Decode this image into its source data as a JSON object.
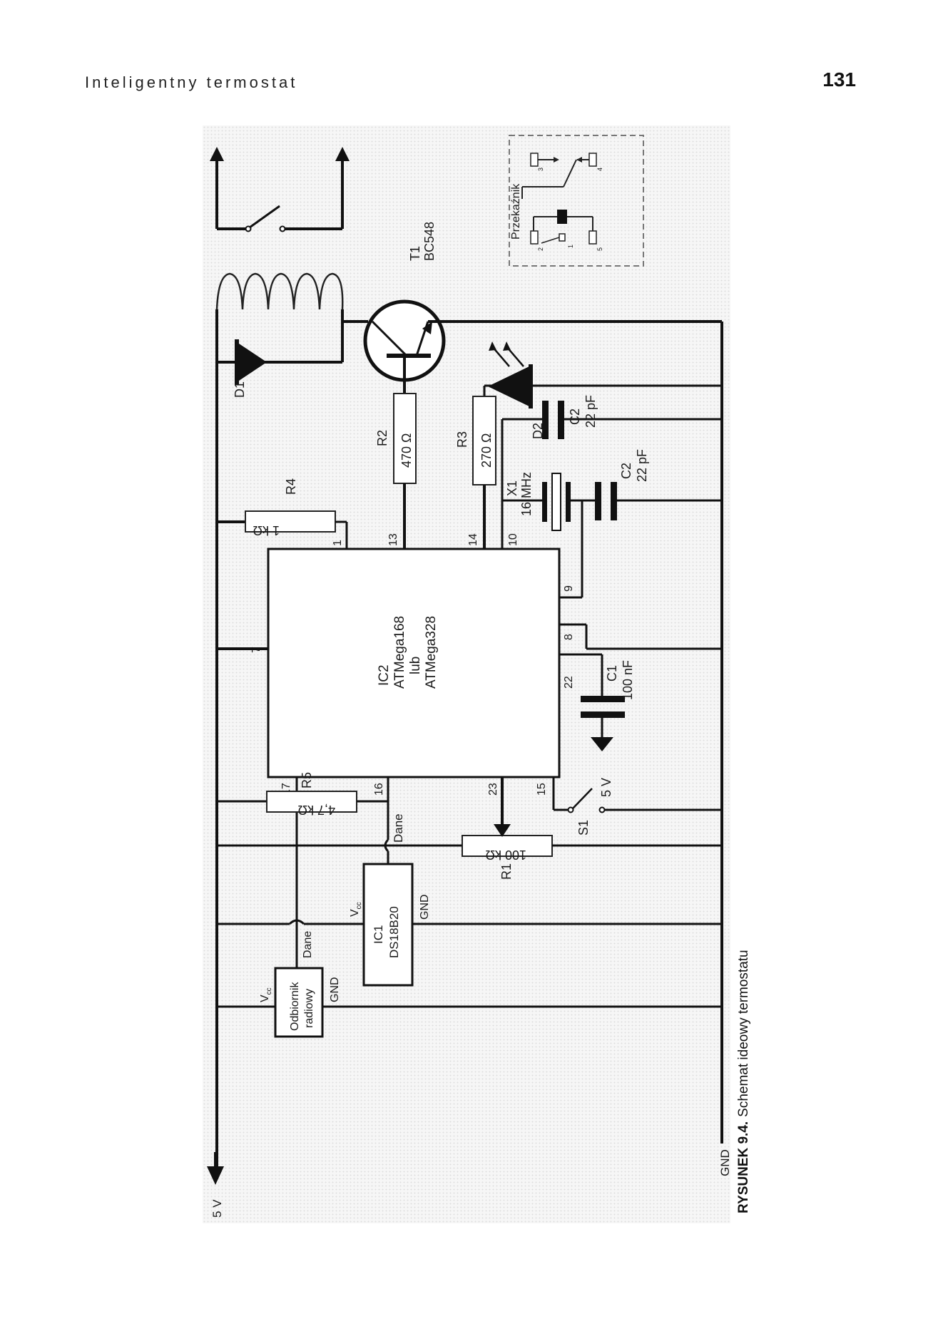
{
  "header": {
    "running_title": "Inteligentny termostat",
    "page_number": "131"
  },
  "caption": {
    "prefix": "RYSUNEK 9.4.",
    "text": "Schemat ideowy termostatu"
  },
  "schematic": {
    "relay_box_label": "Przekaźnik",
    "relay_pins": [
      "3",
      "4",
      "2",
      "1",
      "5"
    ],
    "t1_name": "T1",
    "t1_part": "BC548",
    "d1_name": "D1",
    "d2_name": "D2",
    "r2_name": "R2",
    "r2_value": "470 Ω",
    "r3_name": "R3",
    "r3_value": "270 Ω",
    "r4_name": "R4",
    "r4_value": "1 kΩ",
    "r5_name": "R5",
    "r5_value": "4,7 kΩ",
    "r1_name": "R1",
    "r1_value": "100 kΩ",
    "c2_name": "C2",
    "c2_value": "22 pF",
    "x1_name": "X1",
    "x1_value": "16 MHz",
    "c1_name": "C1",
    "c1_value": "100 nF",
    "ic2_name": "IC2",
    "ic2_part": "ATMega168",
    "ic2_or": "lub",
    "ic2_alt": "ATMega328",
    "pins": {
      "p1": "1",
      "p13": "13",
      "p14": "14",
      "p10": "10",
      "p9": "9",
      "p8": "8",
      "p22": "22",
      "p7": "7",
      "p17": "17",
      "p16": "16",
      "p23": "23",
      "p15": "15"
    },
    "ic1_name": "IC1",
    "ic1_part": "DS18B20",
    "vcc": "V",
    "vcc_sub": "cc",
    "gnd": "GND",
    "dane": "Dane",
    "receiver_line1": "Odbiornik",
    "receiver_line2": "radiowy",
    "s1_name": "S1",
    "v5": "5 V"
  }
}
